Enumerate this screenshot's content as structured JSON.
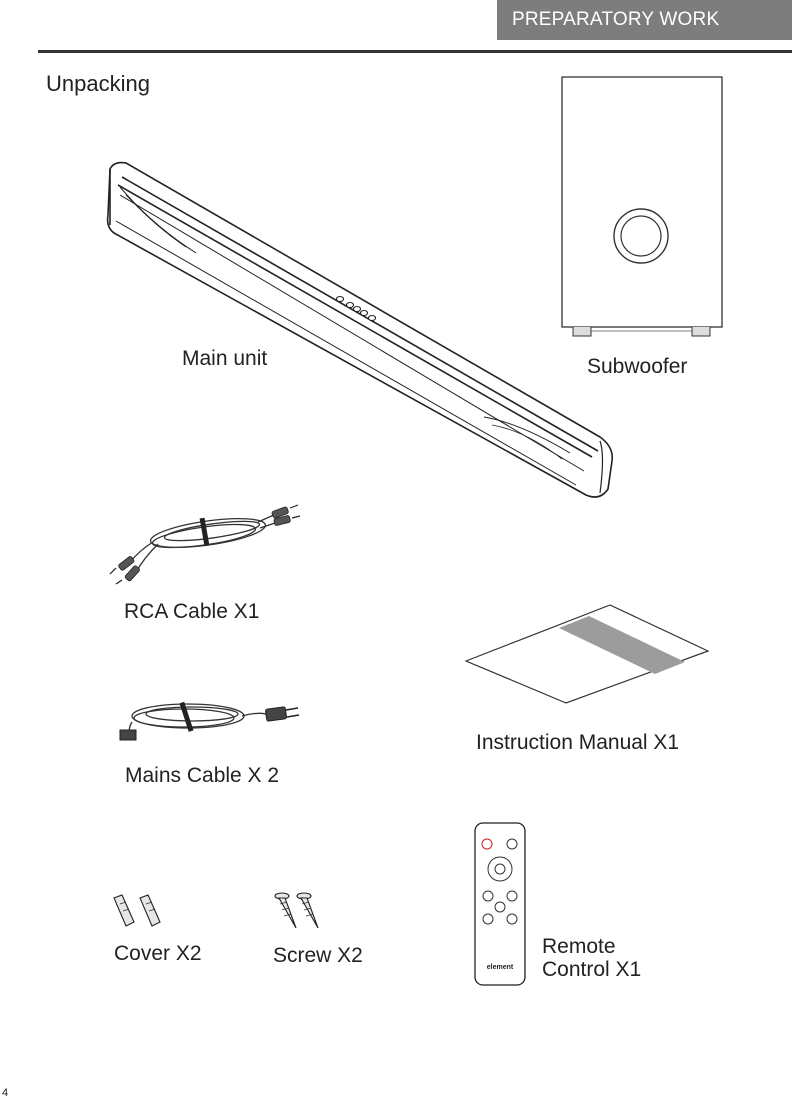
{
  "header": {
    "section_tab": "PREPARATORY WORK"
  },
  "section_title": "Unpacking",
  "items": {
    "main_unit": "Main unit",
    "subwoofer": "Subwoofer",
    "rca_cable": "RCA Cable X1",
    "instruction_manual": "Instruction Manual X1",
    "mains_cable": "Mains Cable X 2",
    "cover": "Cover X2",
    "screw": "Screw X2",
    "remote_line1": "Remote",
    "remote_line2": "Control X1"
  },
  "remote_brand": "element",
  "page_number": "4"
}
